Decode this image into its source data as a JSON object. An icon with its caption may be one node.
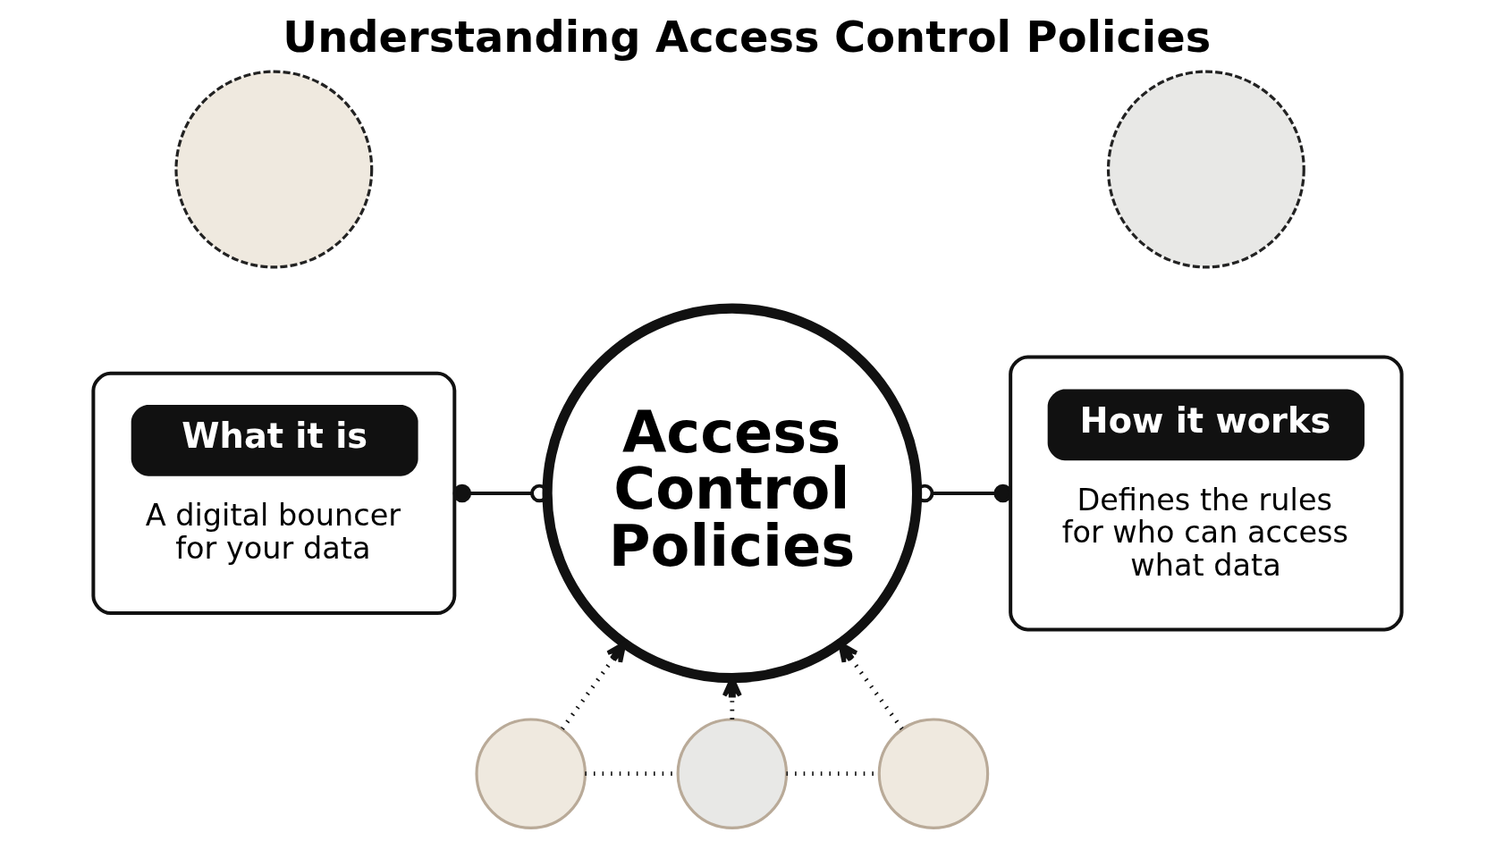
{
  "diagram": {
    "title": "Understanding Access Control Policies",
    "nodes": [
      {
        "text": [
          "What it is",
          "A digital bouncer for your data"
        ]
      },
      {
        "text": [],
        "shape": "circle"
      },
      {
        "text": [
          "Access Control Policies"
        ]
      },
      {
        "text": [
          "How it works",
          "Defines the rules for who can access what data"
        ]
      },
      {
        "text": [],
        "shape": "circle"
      },
      {
        "text": [],
        "shape": "circle"
      },
      {
        "text": [],
        "shape": "circle"
      },
      {
        "text": [],
        "shape": "circle"
      }
    ],
    "edges": [
      {
        "from": 0,
        "to": 2,
        "arrow": "other"
      },
      {
        "from": 2,
        "to": 3,
        "arrow": "other"
      },
      {
        "from": 5,
        "to": 2,
        "arrow": "to",
        "style": "dashed"
      },
      {
        "from": 6,
        "to": 2,
        "arrow": "to",
        "style": "dashed"
      },
      {
        "from": 7,
        "to": 2,
        "arrow": "to",
        "style": "dashed"
      },
      {
        "from": 5,
        "to": 6,
        "arrow": "none",
        "style": "dashed"
      },
      {
        "from": 6,
        "to": 7,
        "arrow": "none",
        "style": "dashed"
      }
    ]
  }
}
